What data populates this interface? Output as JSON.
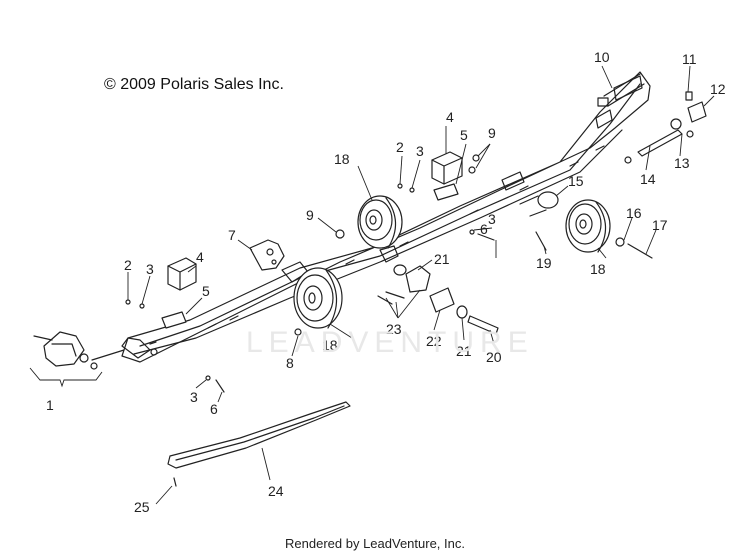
{
  "copyright": "© 2009 Polaris Sales Inc.",
  "footer": "Rendered by LeadVenture, Inc.",
  "watermark": "LEADVENTURE",
  "callouts": [
    {
      "id": "c1",
      "text": "1"
    },
    {
      "id": "c2a",
      "text": "2"
    },
    {
      "id": "c2b",
      "text": "2"
    },
    {
      "id": "c3a",
      "text": "3"
    },
    {
      "id": "c3b",
      "text": "3"
    },
    {
      "id": "c3c",
      "text": "3"
    },
    {
      "id": "c3d",
      "text": "3"
    },
    {
      "id": "c4a",
      "text": "4"
    },
    {
      "id": "c4b",
      "text": "4"
    },
    {
      "id": "c5a",
      "text": "5"
    },
    {
      "id": "c5b",
      "text": "5"
    },
    {
      "id": "c6a",
      "text": "6"
    },
    {
      "id": "c6b",
      "text": "6"
    },
    {
      "id": "c7",
      "text": "7"
    },
    {
      "id": "c8",
      "text": "8"
    },
    {
      "id": "c9a",
      "text": "9"
    },
    {
      "id": "c9b",
      "text": "9"
    },
    {
      "id": "c10",
      "text": "10"
    },
    {
      "id": "c11",
      "text": "11"
    },
    {
      "id": "c12",
      "text": "12"
    },
    {
      "id": "c13",
      "text": "13"
    },
    {
      "id": "c14",
      "text": "14"
    },
    {
      "id": "c15",
      "text": "15"
    },
    {
      "id": "c16",
      "text": "16"
    },
    {
      "id": "c17",
      "text": "17"
    },
    {
      "id": "c18a",
      "text": "18"
    },
    {
      "id": "c18b",
      "text": "18"
    },
    {
      "id": "c18c",
      "text": "18"
    },
    {
      "id": "c19",
      "text": "19"
    },
    {
      "id": "c20",
      "text": "20"
    },
    {
      "id": "c21a",
      "text": "21"
    },
    {
      "id": "c21b",
      "text": "21"
    },
    {
      "id": "c22",
      "text": "22"
    },
    {
      "id": "c23",
      "text": "23"
    },
    {
      "id": "c24",
      "text": "24"
    },
    {
      "id": "c25",
      "text": "25"
    }
  ]
}
